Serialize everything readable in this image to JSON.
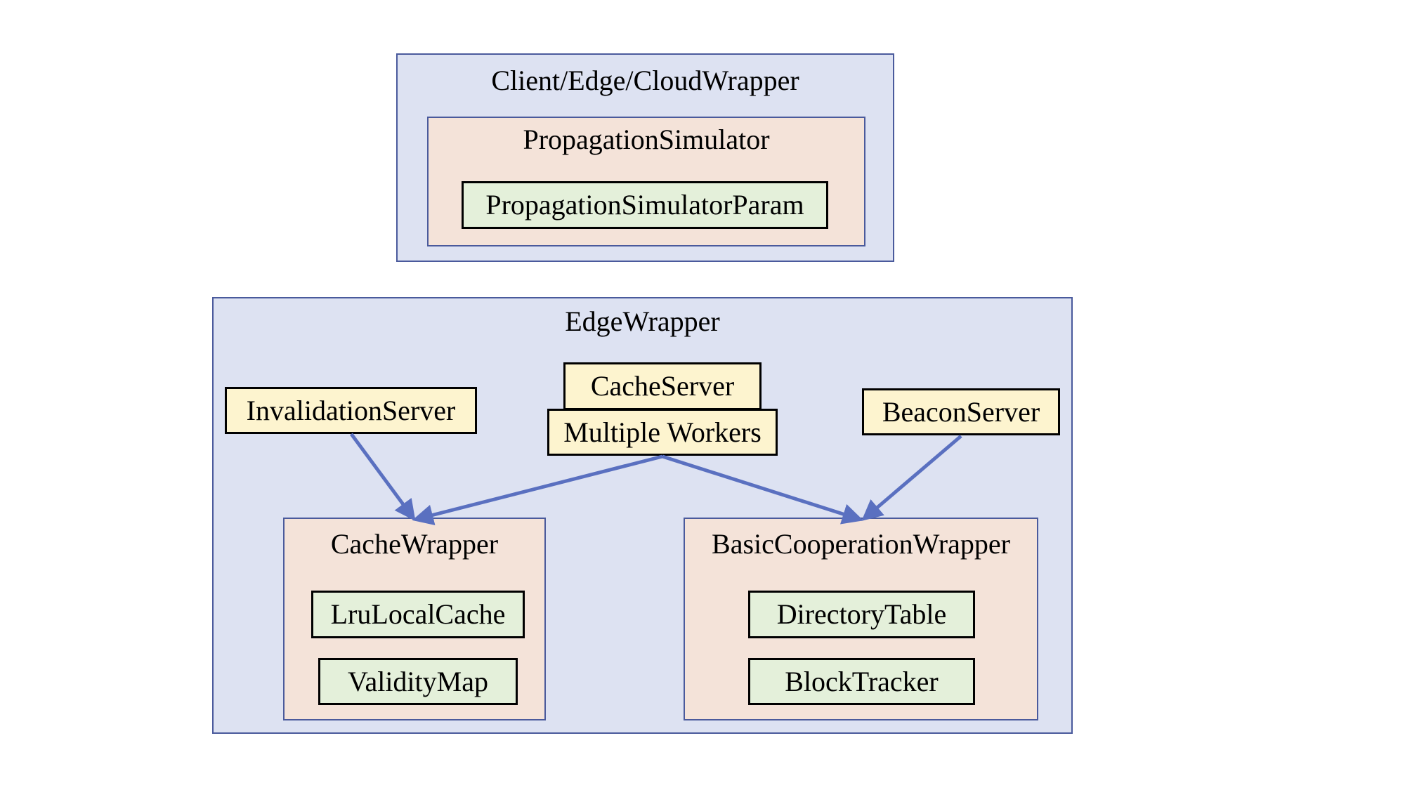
{
  "diagram": {
    "top_wrapper": {
      "title": "Client/Edge/CloudWrapper",
      "module": {
        "title": "PropagationSimulator",
        "leaf": "PropagationSimulatorParam"
      }
    },
    "edge_wrapper": {
      "title": "EdgeWrapper",
      "invalidation_server": "InvalidationServer",
      "cache_server": "CacheServer",
      "multiple_workers": "Multiple Workers",
      "beacon_server": "BeaconServer",
      "cache_wrapper": {
        "title": "CacheWrapper",
        "leaves": [
          "LruLocalCache",
          "ValidityMap"
        ]
      },
      "cooperation_wrapper": {
        "title": "BasicCooperationWrapper",
        "leaves": [
          "DirectoryTable",
          "BlockTracker"
        ]
      }
    },
    "colors": {
      "wrapper_fill": "#dde2f2",
      "module_fill": "#f4e3d9",
      "leaf_fill": "#e4f0da",
      "server_fill": "#fdf4cf",
      "border_blue": "#4a5a9c",
      "arrow": "#5a70c0"
    }
  }
}
